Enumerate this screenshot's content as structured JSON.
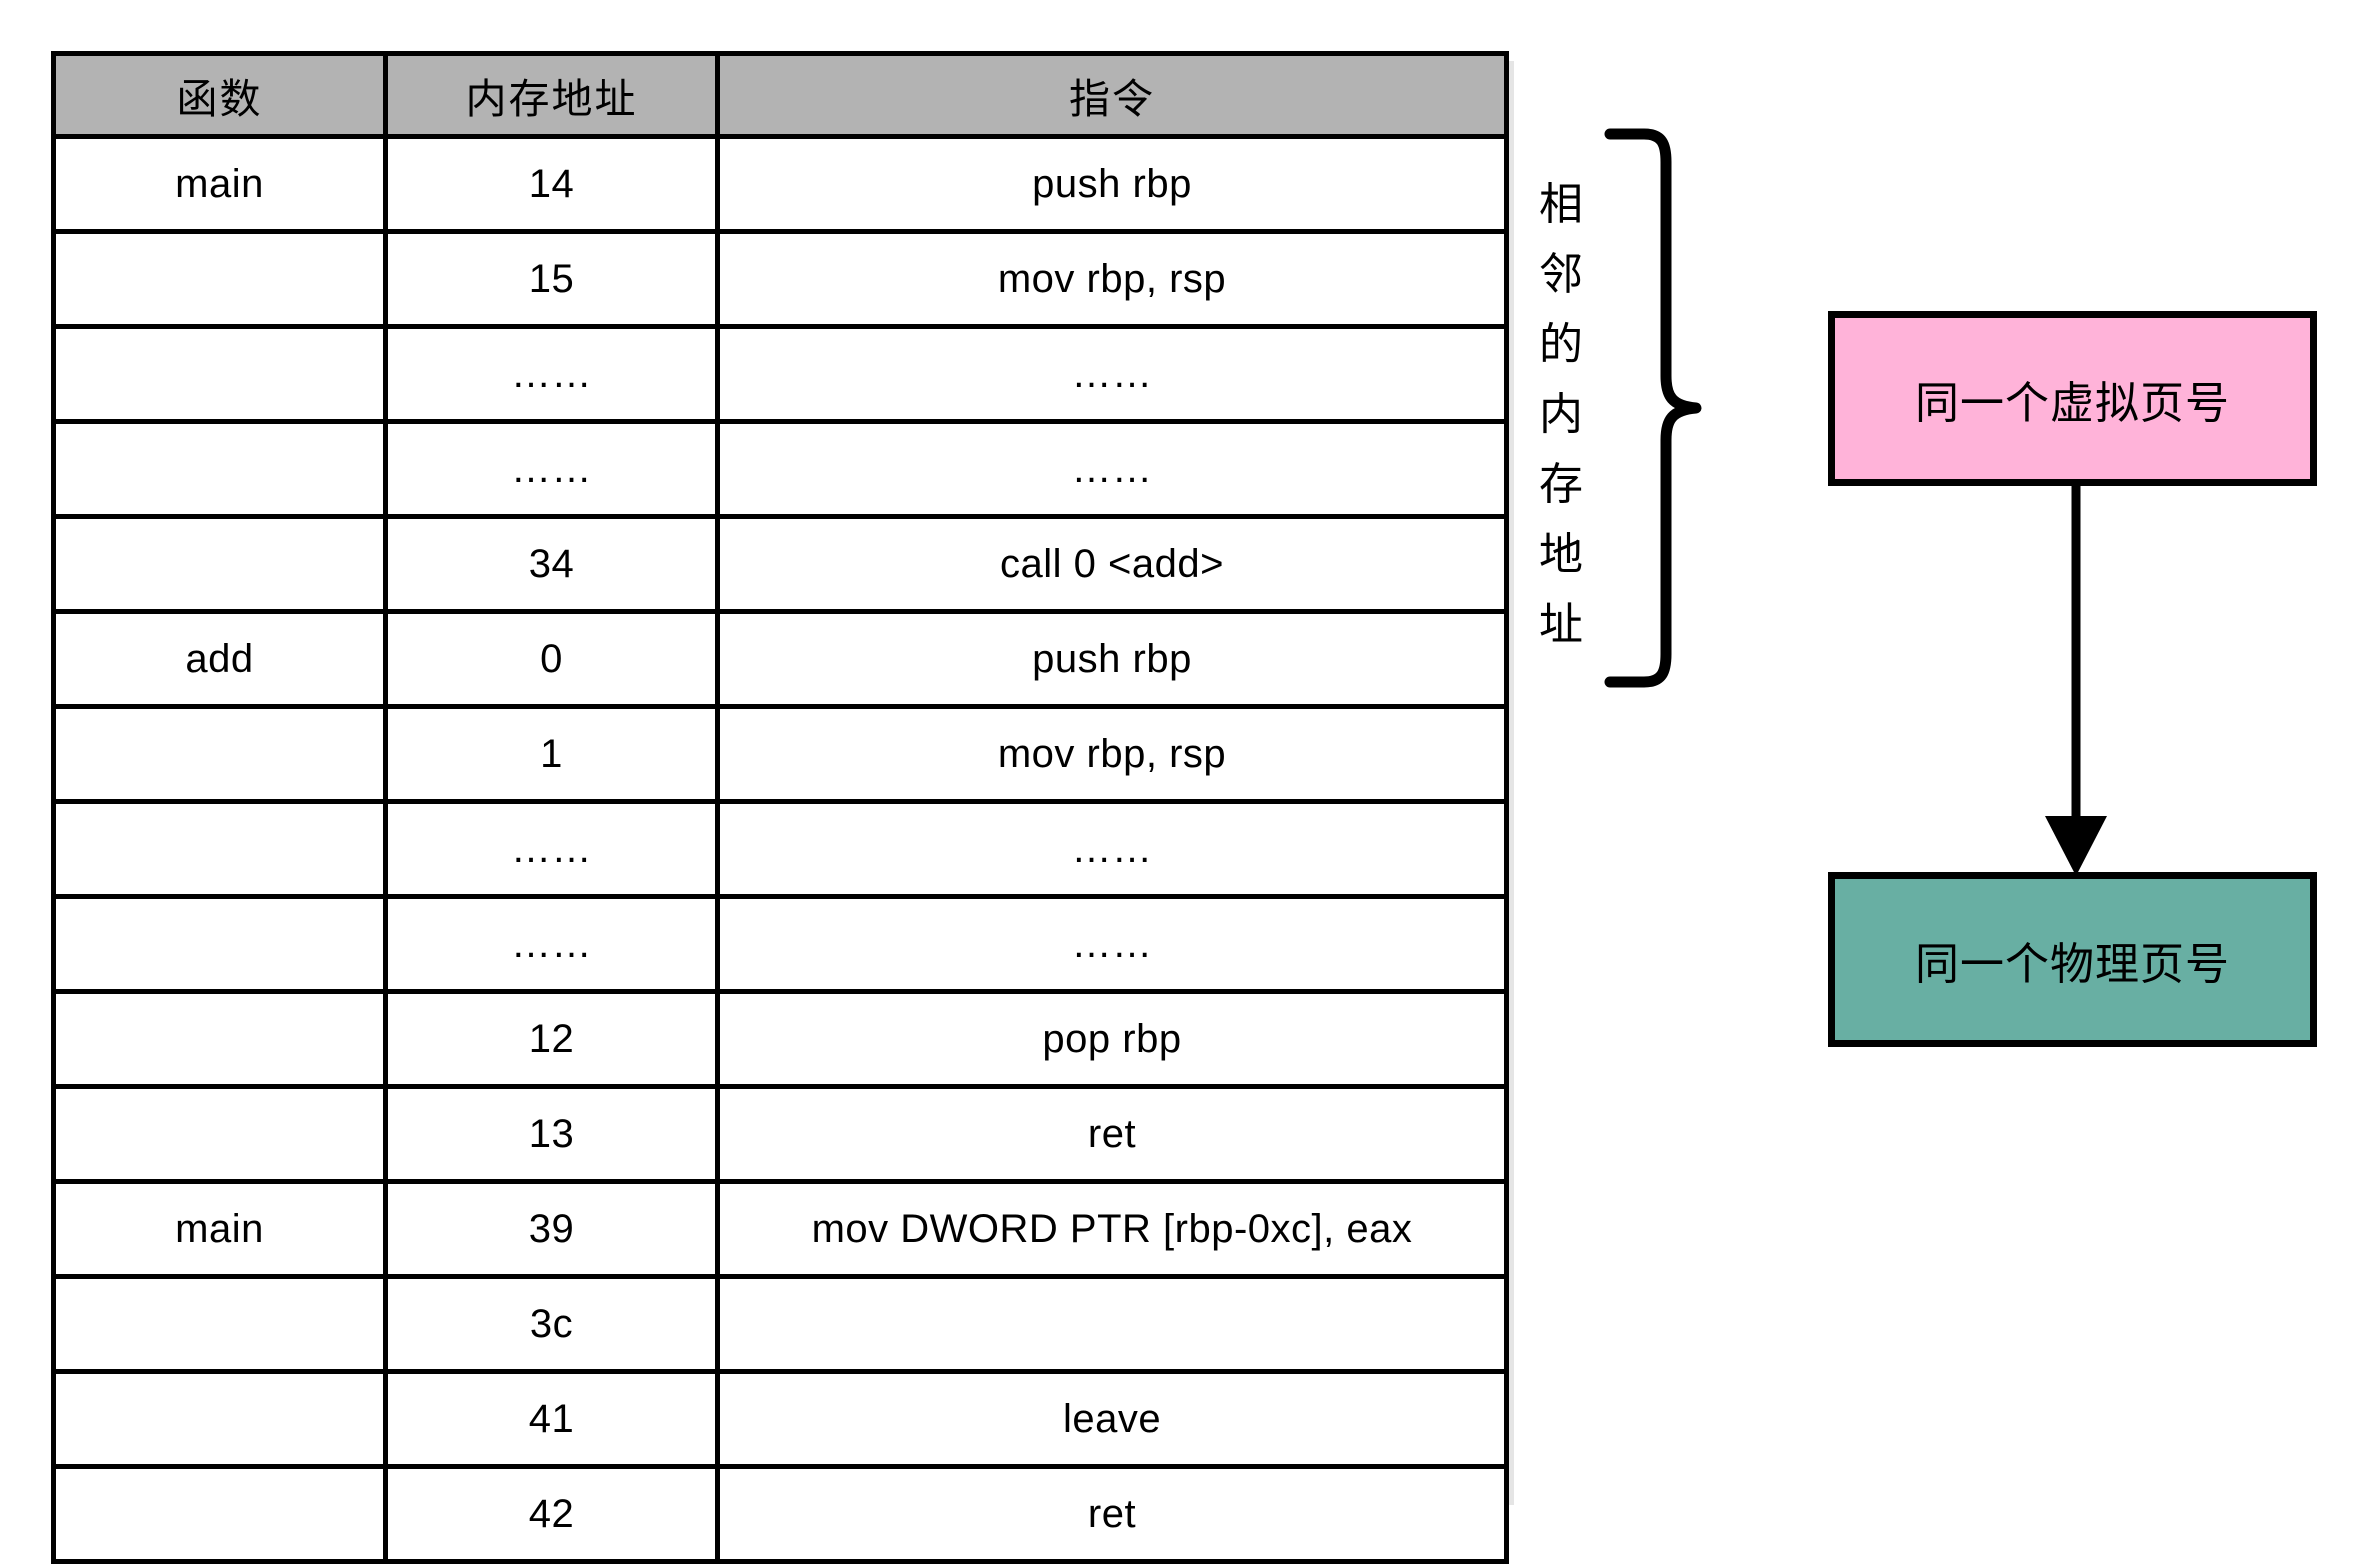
{
  "diagram": {
    "title_present": false,
    "table": {
      "headers": [
        "函数",
        "内存地址",
        "指令"
      ],
      "rows": [
        {
          "func": "main",
          "addr": "14",
          "instr": "push rbp"
        },
        {
          "func": "",
          "addr": "15",
          "instr": "mov  rbp,  rsp"
        },
        {
          "func": "",
          "addr": "……",
          "instr": "……"
        },
        {
          "func": "",
          "addr": "……",
          "instr": "……"
        },
        {
          "func": "",
          "addr": "34",
          "instr": "call 0 <add>"
        },
        {
          "func": "add",
          "addr": "0",
          "instr": "push rbp"
        },
        {
          "func": "",
          "addr": "1",
          "instr": "mov  rbp,  rsp"
        },
        {
          "func": "",
          "addr": "……",
          "instr": "……"
        },
        {
          "func": "",
          "addr": "……",
          "instr": "……"
        },
        {
          "func": "",
          "addr": "12",
          "instr": "pop rbp"
        },
        {
          "func": "",
          "addr": "13",
          "instr": "ret"
        },
        {
          "func": "main",
          "addr": "39",
          "instr": "mov DWORD PTR [rbp-0xc],  eax"
        },
        {
          "func": "",
          "addr": "3c",
          "instr": ""
        },
        {
          "func": "",
          "addr": "41",
          "instr": "leave"
        },
        {
          "func": "",
          "addr": "42",
          "instr": "ret"
        }
      ]
    },
    "brace": {
      "label_chars": [
        "相",
        "邻",
        "的",
        "内",
        "存",
        "地",
        "址"
      ],
      "label_text": "相邻的内存地址",
      "spans_rows_from": 1,
      "spans_rows_to": 6
    },
    "boxes": [
      {
        "id": "virtual-page-number",
        "label": "同一个虚拟页号",
        "color": "#ffb3d9"
      },
      {
        "id": "physical-page-number",
        "label": "同一个物理页号",
        "color": "#68afa3"
      }
    ],
    "arrow": {
      "from": "virtual-page-number",
      "to": "physical-page-number",
      "direction": "down"
    },
    "colors": {
      "header_gray": "#b3b3b3",
      "border_black": "#000000",
      "pink": "#ffb3d9",
      "teal": "#68afa3",
      "page_background": "#ffffff"
    }
  }
}
